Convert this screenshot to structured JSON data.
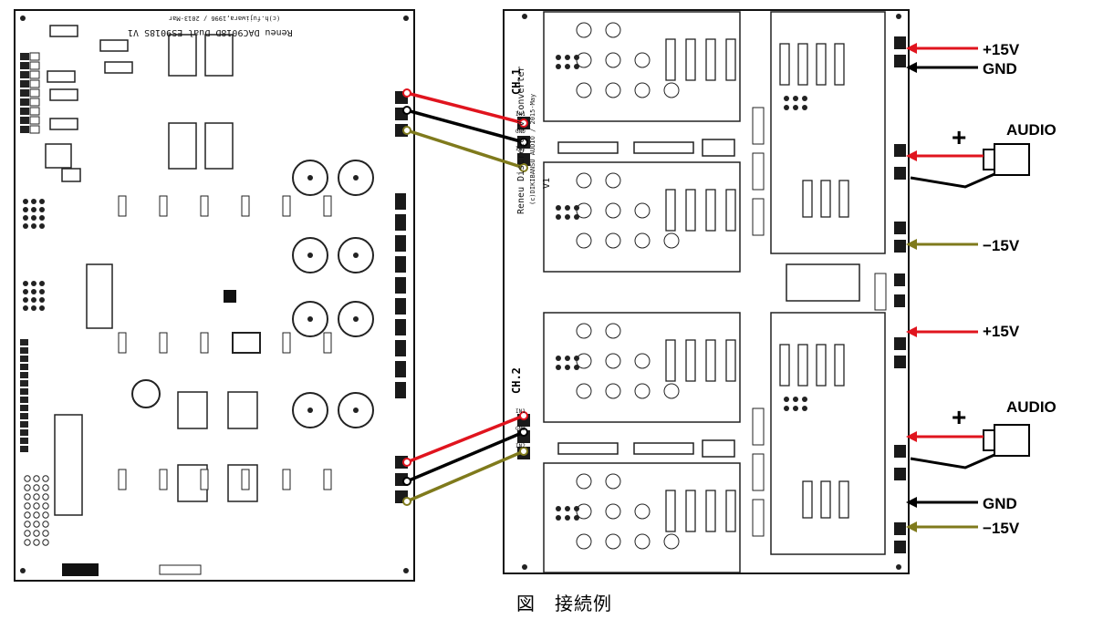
{
  "dac_board": {
    "silk_title": "Reneu DAC9018D Dual ES9018S V1",
    "silk_credit": "(c)h.fujiwara,1996 / 2013-Mar"
  },
  "iv_board": {
    "silk_title": "Reneu Discrete IV-Converter",
    "silk_credit": "(c)DIKIBANSU AUDIO / 2015-May",
    "silk_version": "V1",
    "ch1_label": "CH.1",
    "ch2_label": "CH.2",
    "ch1_input_pins": [
      "IN1",
      "GND",
      "IN2"
    ],
    "ch2_input_pins": [
      "IN1",
      "GND",
      "IN2"
    ]
  },
  "callouts": {
    "ch1_plus15v": "+15V",
    "ch1_gnd": "GND",
    "ch1_audio": "AUDIO",
    "ch1_plus": "+",
    "ch1_minus15v": "−15V",
    "ch2_plus15v": "+15V",
    "ch2_audio": "AUDIO",
    "ch2_plus": "+",
    "ch2_gnd": "GND",
    "ch2_minus15v": "−15V"
  },
  "caption": "図　接続例",
  "colors": {
    "signal_red": "#e0141e",
    "ground_black": "#000000",
    "olive": "#7f7a1c",
    "silkscreen": "#111111"
  }
}
